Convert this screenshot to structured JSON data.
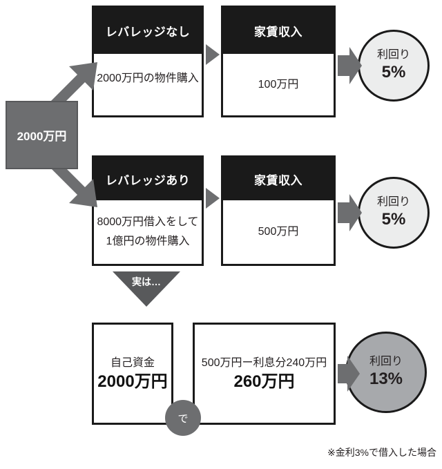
{
  "diagram": {
    "title_context": "レバレッジ比較図",
    "footnote": "※金利3%で借入した場合",
    "colors": {
      "box_border": "#1a1a1a",
      "header_fill": "#1a1a1a",
      "header_text": "#ffffff",
      "arrow_gray": "#6d6e70",
      "circle_light": "#eceded",
      "circle_dark": "#a7a9ac",
      "source_box": "#6d6e70"
    }
  },
  "source": {
    "label": "2000万円"
  },
  "row_no_leverage": {
    "scenario": {
      "header": "レバレッジなし",
      "body": "2000万円の物件購入"
    },
    "rent": {
      "header": "家賃収入",
      "body": "100万円"
    },
    "yield": {
      "label": "利回り",
      "value": "5%"
    }
  },
  "row_leverage": {
    "scenario": {
      "header": "レバレッジあり",
      "body_line1": "8000万円借入をして",
      "body_line2": "1億円の物件購入"
    },
    "rent": {
      "header": "家賃収入",
      "body": "500万円"
    },
    "yield": {
      "label": "利回り",
      "value": "5%"
    }
  },
  "reveal": {
    "arrow_label": "実は…",
    "connector_label": "で",
    "own_capital": {
      "label": "自己資金",
      "value": "2000万円"
    },
    "net_income": {
      "formula": "500万円ー利息分240万円",
      "value": "260万円"
    },
    "yield": {
      "label": "利回り",
      "value": "13%"
    }
  },
  "chart_data": {
    "type": "diagram",
    "title": "レバレッジなし／レバレッジあり 利回り比較",
    "annotations": [
      "実は…",
      "で",
      "※金利3%で借入した場合"
    ],
    "nodes": [
      {
        "id": "source",
        "label": "2000万円",
        "role": "自己資金"
      },
      {
        "id": "no-leverage",
        "header": "レバレッジなし",
        "body": "2000万円の物件購入"
      },
      {
        "id": "rent-1",
        "header": "家賃収入",
        "body": "100万円"
      },
      {
        "id": "yield-1",
        "label": "利回り",
        "value": "5%"
      },
      {
        "id": "leverage",
        "header": "レバレッジあり",
        "body": "8000万円借入をして1億円の物件購入"
      },
      {
        "id": "rent-2",
        "header": "家賃収入",
        "body": "500万円"
      },
      {
        "id": "yield-2",
        "label": "利回り",
        "value": "5%"
      },
      {
        "id": "own-capital",
        "label": "自己資金",
        "value": "2000万円"
      },
      {
        "id": "net-income",
        "formula": "500万円ー利息分240万円",
        "value": "260万円"
      },
      {
        "id": "yield-3",
        "label": "利回り",
        "value": "13%"
      }
    ],
    "edges": [
      {
        "from": "source",
        "to": "no-leverage"
      },
      {
        "from": "source",
        "to": "leverage"
      },
      {
        "from": "no-leverage",
        "to": "rent-1"
      },
      {
        "from": "rent-1",
        "to": "yield-1"
      },
      {
        "from": "leverage",
        "to": "rent-2"
      },
      {
        "from": "rent-2",
        "to": "yield-2"
      },
      {
        "from": "leverage",
        "to": "own-capital",
        "label": "実は…"
      },
      {
        "from": "own-capital",
        "to": "net-income",
        "label": "で"
      },
      {
        "from": "net-income",
        "to": "yield-3"
      }
    ],
    "values": {
      "yield_no_leverage_pct": 5,
      "yield_leverage_pct": 5,
      "yield_real_pct": 13,
      "property_no_leverage_man": 2000,
      "property_leverage_oku": 1,
      "loan_man": 8000,
      "rent_no_leverage_man": 100,
      "rent_leverage_man": 500,
      "interest_man": 240,
      "net_man": 260,
      "own_capital_man": 2000,
      "interest_rate_pct": 3
    }
  }
}
